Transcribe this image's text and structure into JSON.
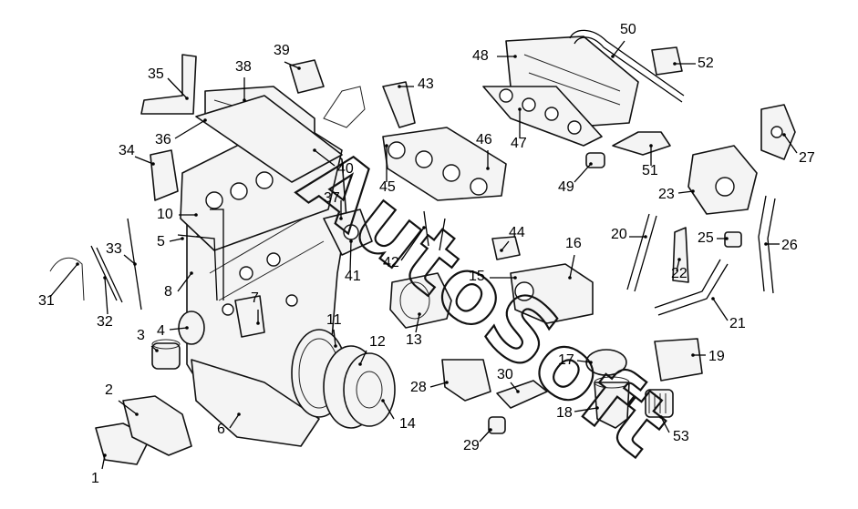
{
  "diagram": {
    "callouts": [
      {
        "num": "1"
      },
      {
        "num": "2"
      },
      {
        "num": "3"
      },
      {
        "num": "4"
      },
      {
        "num": "5"
      },
      {
        "num": "6"
      },
      {
        "num": "7"
      },
      {
        "num": "8"
      },
      {
        "num": "10"
      },
      {
        "num": "11"
      },
      {
        "num": "12"
      },
      {
        "num": "13"
      },
      {
        "num": "14"
      },
      {
        "num": "15"
      },
      {
        "num": "16"
      },
      {
        "num": "17"
      },
      {
        "num": "18"
      },
      {
        "num": "19"
      },
      {
        "num": "20"
      },
      {
        "num": "21"
      },
      {
        "num": "22"
      },
      {
        "num": "23"
      },
      {
        "num": "25"
      },
      {
        "num": "26"
      },
      {
        "num": "27"
      },
      {
        "num": "28"
      },
      {
        "num": "29"
      },
      {
        "num": "30"
      },
      {
        "num": "31"
      },
      {
        "num": "32"
      },
      {
        "num": "33"
      },
      {
        "num": "34"
      },
      {
        "num": "35"
      },
      {
        "num": "36"
      },
      {
        "num": "37"
      },
      {
        "num": "38"
      },
      {
        "num": "39"
      },
      {
        "num": "40"
      },
      {
        "num": "41"
      },
      {
        "num": "42"
      },
      {
        "num": "43"
      },
      {
        "num": "44"
      },
      {
        "num": "45"
      },
      {
        "num": "46"
      },
      {
        "num": "47"
      },
      {
        "num": "48"
      },
      {
        "num": "49"
      },
      {
        "num": "50"
      },
      {
        "num": "51"
      },
      {
        "num": "52"
      },
      {
        "num": "53"
      }
    ],
    "watermark": "AutoSoft"
  }
}
